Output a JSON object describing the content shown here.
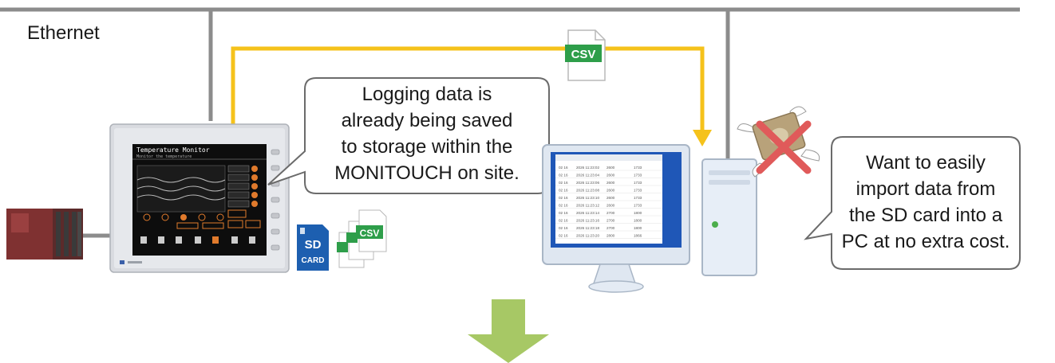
{
  "network": {
    "label": "Ethernet"
  },
  "hmi": {
    "screen_title": "Temperature Monitor",
    "screen_subtitle": "Monitor the temperature"
  },
  "file_icons": {
    "csv_label": "CSV",
    "sd_label_top": "SD",
    "sd_label_bottom": "CARD"
  },
  "bubbles": {
    "left": [
      "Logging data is",
      "already being saved",
      "to storage within the",
      "MONITOUCH on site."
    ],
    "right": [
      "Want to easily",
      "import data from",
      "the SD card into a",
      "PC at no extra cost."
    ]
  },
  "spreadsheet": {
    "rows": [
      [
        "02 16",
        "2026 11:23:02",
        "2600",
        "1733"
      ],
      [
        "02 16",
        "2026 11:23:04",
        "2600",
        "1733"
      ],
      [
        "02 16",
        "2026 11:23:06",
        "2600",
        "1733"
      ],
      [
        "02 16",
        "2026 11:23:08",
        "2600",
        "1733"
      ],
      [
        "02 16",
        "2026 11:23:10",
        "2600",
        "1733"
      ],
      [
        "02 16",
        "2026 11:23:12",
        "2600",
        "1733"
      ],
      [
        "02 16",
        "2026 11:23:14",
        "2700",
        "1800"
      ],
      [
        "02 16",
        "2026 11:23:16",
        "2700",
        "1800"
      ],
      [
        "02 16",
        "2026 11:23:18",
        "2700",
        "1800"
      ],
      [
        "02 16",
        "2026 11:23:20",
        "2800",
        "1866"
      ]
    ]
  },
  "colors": {
    "network_line": "#8c8c8c",
    "data_flow": "#f5c21b",
    "down_arrow": "#a7c865",
    "csv_badge": "#2e9e4a",
    "sd_card": "#1d5fb0",
    "cross": "#e05a5a"
  }
}
